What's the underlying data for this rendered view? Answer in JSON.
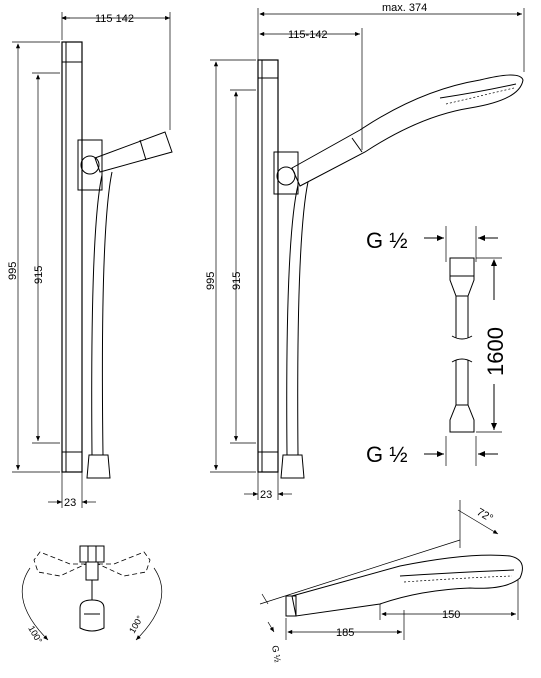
{
  "views": {
    "left_rail": {
      "top_dim": "115 142",
      "height_995": "995",
      "height_915": "915",
      "width_23": "23"
    },
    "right_rail": {
      "top_max": "max. 374",
      "top_range": "115-142",
      "height_995": "995",
      "height_915": "915",
      "width_23": "23"
    },
    "hose": {
      "thread_top": "G ½",
      "thread_bottom": "G ½",
      "length": "1600"
    },
    "bracket": {
      "angle_left": "100°",
      "angle_right": "100°"
    },
    "handshower": {
      "angle": "72°",
      "len_150": "150",
      "len_185": "185",
      "thread": "G ½"
    }
  }
}
